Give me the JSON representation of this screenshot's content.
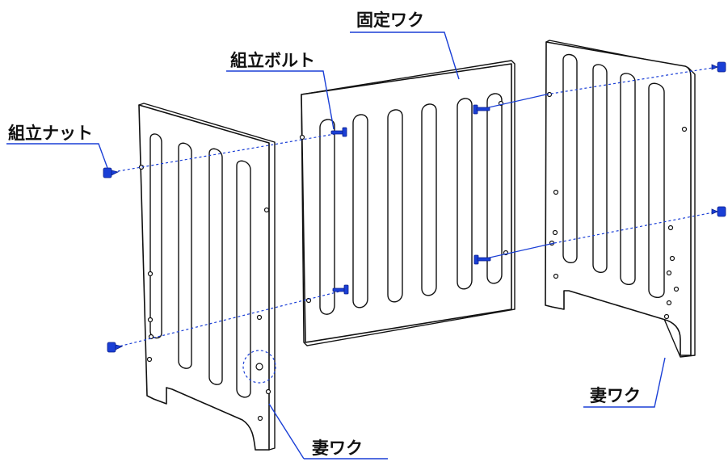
{
  "labels": {
    "fixed_frame": "固定ワク",
    "assembly_bolt": "組立ボルト",
    "assembly_nut": "組立ナット",
    "end_frame_left": "妻ワク",
    "end_frame_right": "妻ワク"
  },
  "colors": {
    "accent": "#1a3fd6",
    "outline": "#111111"
  }
}
